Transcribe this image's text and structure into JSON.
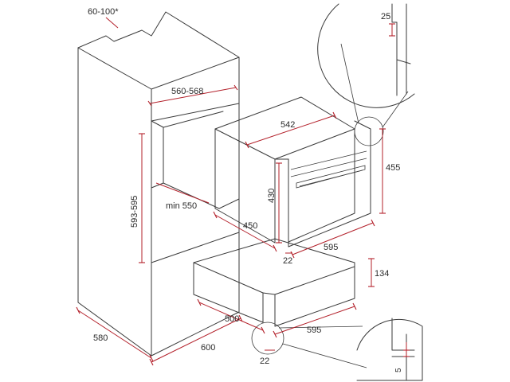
{
  "colors": {
    "line": "#3a3a3a",
    "dimension": "#b3202a",
    "text": "#2a2a2a",
    "background": "#ffffff"
  },
  "dimensions": {
    "vent_gap": "60-100*",
    "niche_width": "560-568",
    "niche_height": "593-595",
    "niche_depth": "min 550",
    "cabinet_depth": "580",
    "cabinet_width": "600",
    "oven_width": "542",
    "oven_height": "430",
    "oven_depth": "450",
    "oven_front_offset": "22",
    "oven_front_width": "595",
    "oven_front_height": "455",
    "detail_top_gap": "25",
    "drawer_height": "134",
    "drawer_depth": "500",
    "drawer_front_width": "595",
    "drawer_front_offset": "22",
    "detail_bottom_gap": "5"
  }
}
